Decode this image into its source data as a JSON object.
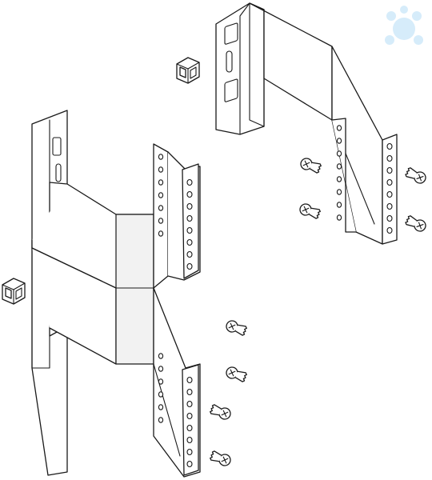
{
  "diagram": {
    "background": "#ffffff",
    "line_color": "#1a1a1a",
    "watermark_color": "#d6ecfa",
    "watermark_icon": "water-drops-logo-icon",
    "parts": [
      {
        "name": "wall-bracket-upper",
        "kind": "bracket",
        "count": 1
      },
      {
        "name": "wall-bracket-lower",
        "kind": "bracket",
        "count": 1
      },
      {
        "name": "cage-nut",
        "kind": "nut",
        "count": 2
      },
      {
        "name": "self-tapping-screw",
        "kind": "screw",
        "count": 8
      }
    ]
  }
}
